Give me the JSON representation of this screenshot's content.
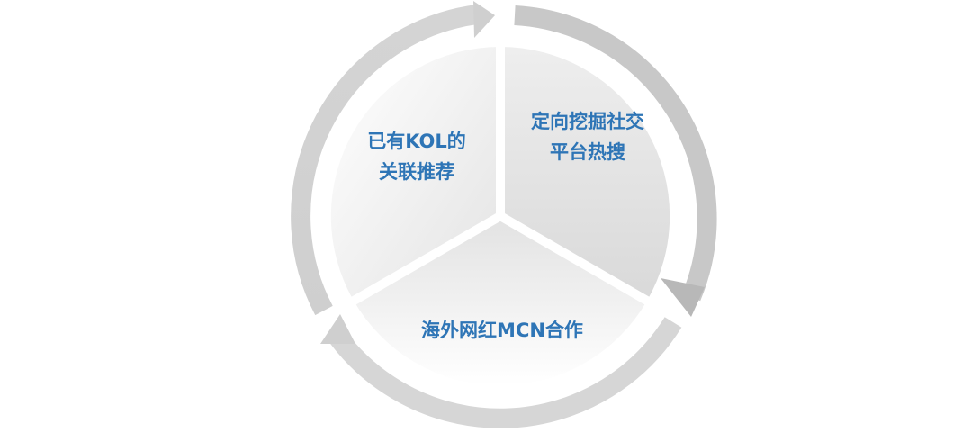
{
  "segments": [
    {
      "id": "kol",
      "lines": [
        "已有KOL的",
        "关联推荐"
      ]
    },
    {
      "id": "social",
      "lines": [
        "定向挖掘社交",
        "平台热搜"
      ]
    },
    {
      "id": "mcn",
      "lines": [
        "海外网红MCN合作"
      ]
    }
  ],
  "colors": {
    "text": "#2e75b6",
    "ring": "#c9c9c9",
    "ring_light": "#e6e6e6",
    "fill_light": "#ffffff",
    "fill_dark": "#dcdcdc"
  }
}
